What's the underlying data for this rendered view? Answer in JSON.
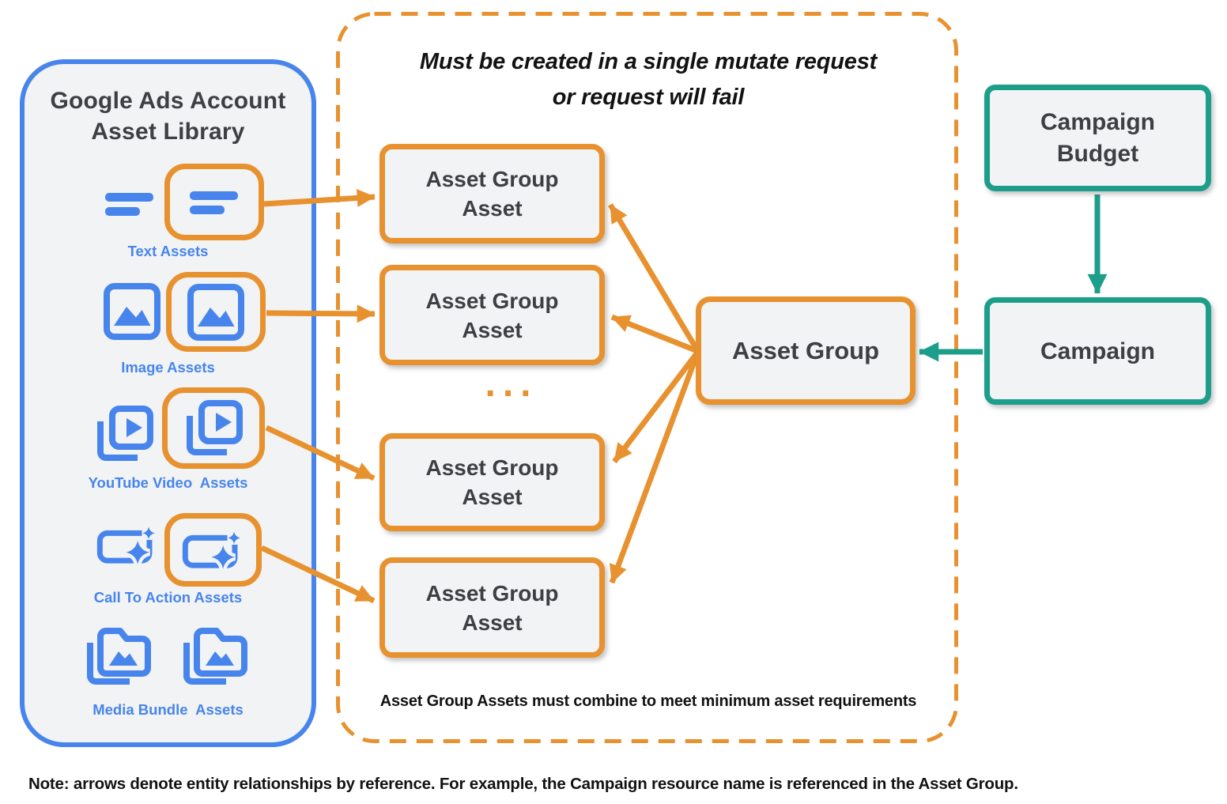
{
  "colors": {
    "orange": "#E8912F",
    "blue": "#4785EC",
    "teal": "#1C9E8B",
    "ink": "#3C4043",
    "panel": "#F1F3F4",
    "black": "#121212"
  },
  "library_panel": {
    "title": "Google Ads Account\nAsset Library",
    "asset_types": [
      {
        "label": "Text Assets",
        "icon": "text-lines-icon",
        "linked_to_asset_group_asset": true
      },
      {
        "label": "Image Assets",
        "icon": "image-icon",
        "linked_to_asset_group_asset": true
      },
      {
        "label": "YouTube Video  Assets",
        "icon": "video-icon",
        "linked_to_asset_group_asset": true
      },
      {
        "label": "Call To Action Assets",
        "icon": "call-to-action-icon",
        "linked_to_asset_group_asset": true
      },
      {
        "label": "Media Bundle  Assets",
        "icon": "media-bundle-icon",
        "linked_to_asset_group_asset": false
      }
    ]
  },
  "mutate_box": {
    "title": "Must be created in a single mutate request\nor request will fail",
    "boxes": [
      "Asset Group\nAsset",
      "Asset Group\nAsset",
      "Asset Group\nAsset",
      "Asset Group\nAsset"
    ],
    "ellipsis": "...",
    "footnote": "Asset Group Assets must combine to meet minimum asset requirements"
  },
  "entities": {
    "asset_group": "Asset Group",
    "campaign_budget": "Campaign\nBudget",
    "campaign": "Campaign"
  },
  "edges": [
    {
      "from": "text-assets",
      "to": "asset-group-asset-1",
      "color": "orange"
    },
    {
      "from": "image-assets",
      "to": "asset-group-asset-2",
      "color": "orange"
    },
    {
      "from": "youtube-video-assets",
      "to": "asset-group-asset-3",
      "color": "orange"
    },
    {
      "from": "call-to-action-assets",
      "to": "asset-group-asset-4",
      "color": "orange"
    },
    {
      "from": "asset-group",
      "to": "asset-group-asset-1",
      "color": "orange"
    },
    {
      "from": "asset-group",
      "to": "asset-group-asset-2",
      "color": "orange"
    },
    {
      "from": "asset-group",
      "to": "asset-group-asset-3",
      "color": "orange"
    },
    {
      "from": "asset-group",
      "to": "asset-group-asset-4",
      "color": "orange"
    },
    {
      "from": "campaign-budget",
      "to": "campaign",
      "color": "teal"
    },
    {
      "from": "campaign",
      "to": "asset-group",
      "color": "teal"
    }
  ],
  "note": "Note: arrows denote entity relationships by reference. For example, the Campaign resource name is referenced in the Asset Group."
}
